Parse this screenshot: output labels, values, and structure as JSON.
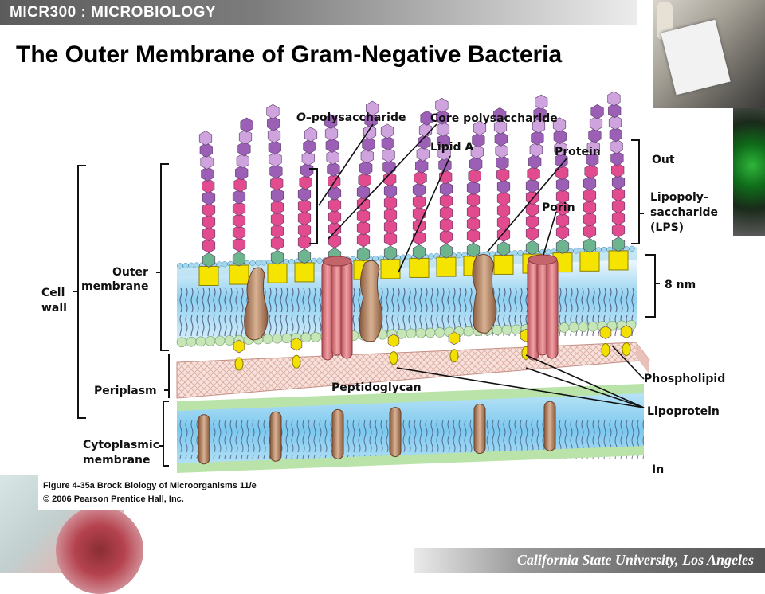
{
  "header": {
    "course": "MICR300 : MICROBIOLOGY"
  },
  "title": "The Outer Membrane of Gram-Negative Bacteria",
  "diagram": {
    "labels": {
      "o_polysaccharide_prefix": "O",
      "o_polysaccharide_rest": "–polysaccharide",
      "core_polysaccharide": "Core polysaccharide",
      "lipid_a": "Lipid A",
      "protein": "Protein",
      "porin": "Porin",
      "out": "Out",
      "lps_line1": "Lipopoly-",
      "lps_line2": "saccharide",
      "lps_line3": "(LPS)",
      "nm": "8 nm",
      "cell_wall_line1": "Cell",
      "cell_wall_line2": "wall",
      "outer_membrane_line1": "Outer",
      "outer_membrane_line2": "membrane",
      "periplasm": "Periplasm",
      "peptidoglycan": "Peptidoglycan",
      "phospholipid": "Phospholipid",
      "lipoprotein": "Lipoprotein",
      "cytoplasmic_line1": "Cytoplasmic",
      "cytoplasmic_line2": "membrane",
      "in": "In"
    },
    "colors": {
      "lps_purple": "#9b5fb5",
      "lps_lilac": "#cfa3dd",
      "lps_pink": "#e24b8e",
      "core_green": "#6db58f",
      "lipid_a_yellow": "#f4e400",
      "membrane_blue": "#9fd6f2",
      "head_green": "#c7e6b8",
      "protein_brown": "#b98664",
      "porin_red": "#d97a7e",
      "peptidoglycan": "#f2d6cf"
    }
  },
  "caption": {
    "line1": "Figure 4-35a  Brock Biology of Microorganisms 11/e",
    "line2": "© 2006 Pearson Prentice Hall, Inc."
  },
  "footer": {
    "university": "California State University, Los Angeles"
  }
}
